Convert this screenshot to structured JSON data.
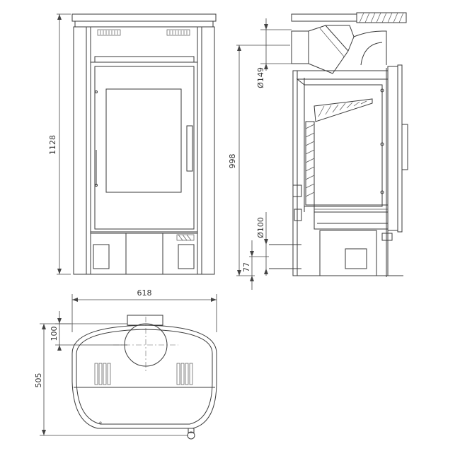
{
  "dimensions": {
    "height_total": "1128",
    "height_flue": "998",
    "flue_diameter": "Ø149",
    "air_inlet_diameter": "Ø100",
    "air_inlet_height": "77",
    "width": "618",
    "depth": "505",
    "flue_offset": "100"
  },
  "colors": {
    "line": "#3a3a3a",
    "background": "#ffffff"
  }
}
